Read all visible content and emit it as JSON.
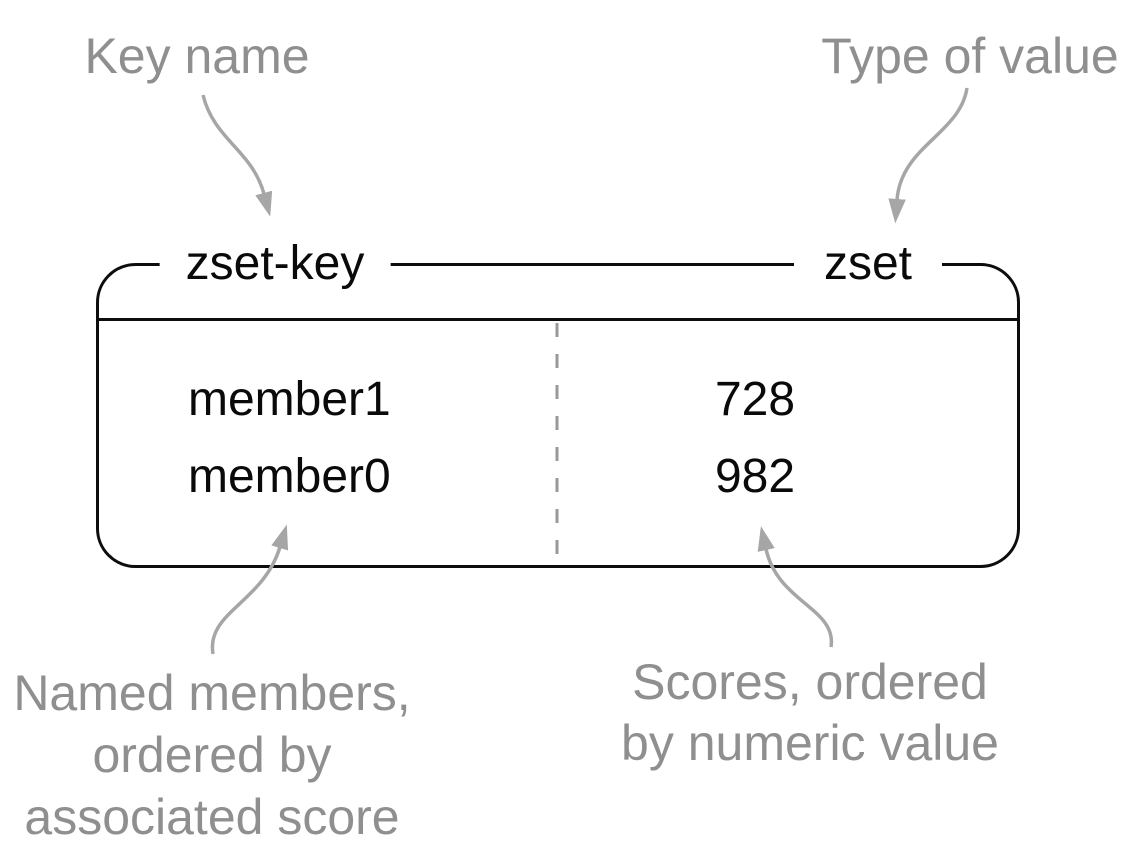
{
  "diagram": {
    "annotations": {
      "key_name": "Key name",
      "type_of_value": "Type of value",
      "members_note": {
        "lines": [
          "Named members,",
          "ordered by",
          "associated score"
        ]
      },
      "scores_note": {
        "lines": [
          "Scores, ordered",
          "by numeric value"
        ]
      }
    },
    "box": {
      "key_name": "zset-key",
      "value_type": "zset",
      "entries": [
        {
          "member": "member1",
          "score": "728"
        },
        {
          "member": "member0",
          "score": "982"
        }
      ]
    },
    "colors": {
      "line_black": "#0d0d0d",
      "annotation_gray": "#8f8f8f",
      "arrow_gray": "#a6a6a6",
      "divider_gray": "#999999",
      "background": "#ffffff"
    }
  }
}
